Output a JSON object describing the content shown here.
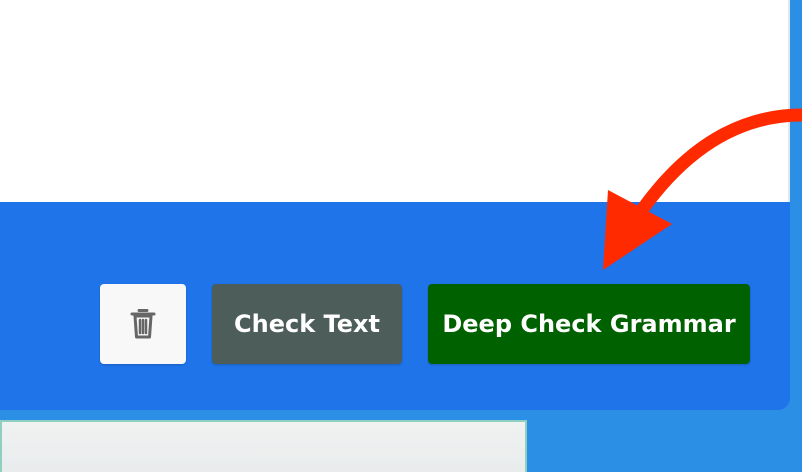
{
  "editor": {
    "buttons": {
      "delete_icon": "trash-icon",
      "check_text_label": "Check Text",
      "deep_check_label": "Deep Check Grammar"
    }
  },
  "colors": {
    "page_background": "#2b8fe6",
    "editor_toolbar": "#1f74ea",
    "text_area": "#ffffff",
    "trash_button": "#f8f8f8",
    "check_text_button": "#4d5d59",
    "deep_check_button": "#006100",
    "annotation_arrow": "#ff2a00"
  },
  "annotation": {
    "type": "red-arrow",
    "target": "Deep Check Grammar"
  }
}
